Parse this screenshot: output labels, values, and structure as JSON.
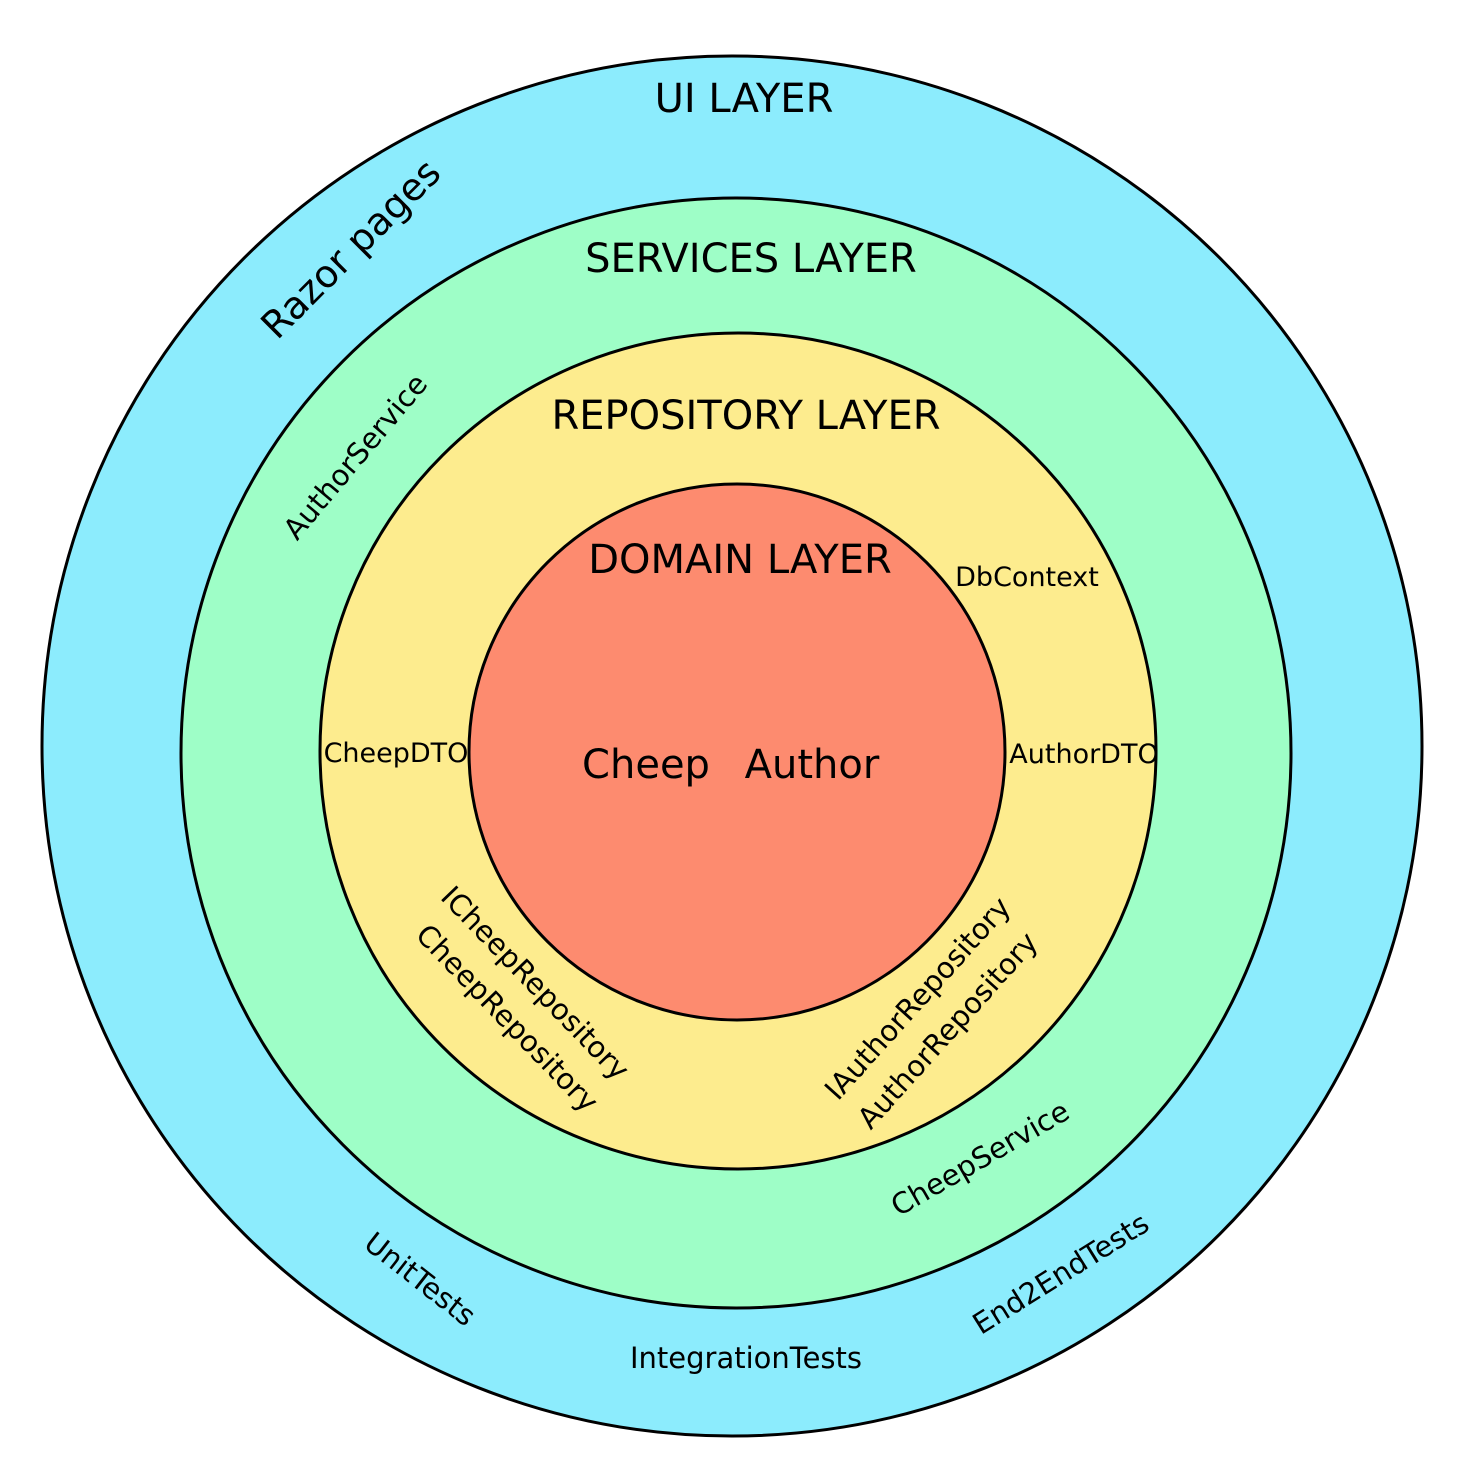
{
  "colors": {
    "ui_layer": "#8cecfd",
    "services_layer": "#9efec7",
    "repository_layer": "#fdec8e",
    "domain_layer": "#fd8b6f",
    "stroke": "#000000"
  },
  "layers": {
    "ui": {
      "title": "UI LAYER",
      "razor_pages": "Razor pages",
      "unit_tests": "UnitTests",
      "integration_tests": "IntegrationTests",
      "end2end_tests": "End2EndTests"
    },
    "services": {
      "title": "SERVICES LAYER",
      "author_service": "AuthorService",
      "cheep_service": "CheepService"
    },
    "repository": {
      "title": "REPOSITORY LAYER",
      "db_context": "DbContext",
      "cheep_dto": "CheepDTO",
      "author_dto": "AuthorDTO",
      "icheep_repository": "ICheepRepository",
      "cheep_repository": "CheepRepository",
      "iauthor_repository": "IAuthorRepository",
      "author_repository": "AuthorRepository"
    },
    "domain": {
      "title": "DOMAIN LAYER",
      "cheep": "Cheep",
      "author": "Author"
    }
  }
}
